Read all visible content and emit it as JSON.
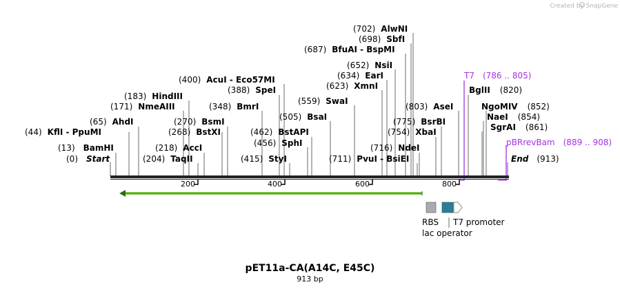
{
  "header": {
    "credit": "Created by SnapGene"
  },
  "map": {
    "length_bp": 913,
    "title": "pET11a-CA(A14C, E45C)",
    "subtitle": "913 bp",
    "ticks": [
      200,
      400,
      600,
      800
    ],
    "sites": [
      {
        "pos": "(0)",
        "name": "Start",
        "italic": true
      },
      {
        "pos": "(13)",
        "name": "BamHI"
      },
      {
        "pos": "(44)",
        "name": "KflI  -  PpuMI"
      },
      {
        "pos": "(65)",
        "name": "AhdI"
      },
      {
        "pos": "(171)",
        "name": "NmeAIII"
      },
      {
        "pos": "(183)",
        "name": "HindIII"
      },
      {
        "pos": "(204)",
        "name": "TaqII"
      },
      {
        "pos": "(218)",
        "name": "AccI"
      },
      {
        "pos": "(268)",
        "name": "BstXI"
      },
      {
        "pos": "(270)",
        "name": "BsmI"
      },
      {
        "pos": "(348)",
        "name": "BmrI"
      },
      {
        "pos": "(388)",
        "name": "SpeI"
      },
      {
        "pos": "(400)",
        "name": "AcuI  -  Eco57MI"
      },
      {
        "pos": "(415)",
        "name": "StyI"
      },
      {
        "pos": "(456)",
        "name": "SphI"
      },
      {
        "pos": "(462)",
        "name": "BstAPI"
      },
      {
        "pos": "(505)",
        "name": "BsaI"
      },
      {
        "pos": "(559)",
        "name": "SwaI"
      },
      {
        "pos": "(623)",
        "name": "XmnI"
      },
      {
        "pos": "(634)",
        "name": "EarI"
      },
      {
        "pos": "(652)",
        "name": "NsiI"
      },
      {
        "pos": "(687)",
        "name": "BfuAI  -  BspMI"
      },
      {
        "pos": "(698)",
        "name": "SbfI"
      },
      {
        "pos": "(702)",
        "name": "AlwNI"
      },
      {
        "pos": "(711)",
        "name": "PvuI  -  BsiEI"
      },
      {
        "pos": "(716)",
        "name": "NdeI"
      },
      {
        "pos": "(754)",
        "name": "XbaI"
      },
      {
        "pos": "(775)",
        "name": "BsrBI"
      },
      {
        "pos": "(803)",
        "name": "AseI"
      },
      {
        "pos": "(820)",
        "name": "BglII"
      },
      {
        "pos": "(852)",
        "name": "NgoMIV"
      },
      {
        "pos": "(854)",
        "name": "NaeI"
      },
      {
        "pos": "(861)",
        "name": "SgrAI"
      },
      {
        "pos": "(913)",
        "name": "End",
        "italic": true
      }
    ],
    "primers": [
      {
        "name": "T7",
        "range": "(786 .. 805)"
      },
      {
        "name": "pBRrevBam",
        "range": "(889 .. 908)"
      }
    ],
    "features": {
      "rbs": "RBS",
      "lac_operator": "lac operator",
      "t7_promoter": "T7 promoter"
    },
    "colors": {
      "cds": "#8fd14f",
      "primer": "#a233e0",
      "rbs": "#a7acb1",
      "lac_operator": "#2e7d96",
      "backbone": "#222222"
    }
  }
}
